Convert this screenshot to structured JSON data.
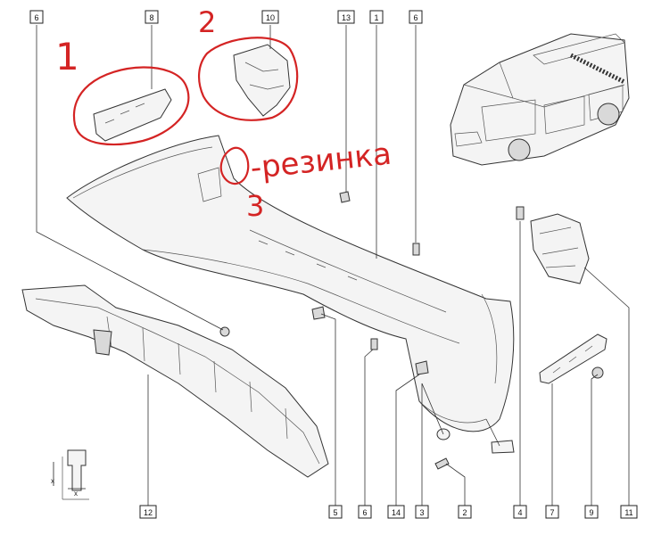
{
  "callouts": [
    {
      "id": "c6a",
      "label": "6"
    },
    {
      "id": "c8",
      "label": "8"
    },
    {
      "id": "c10",
      "label": "10"
    },
    {
      "id": "c13",
      "label": "13"
    },
    {
      "id": "c1",
      "label": "1"
    },
    {
      "id": "c6b",
      "label": "6"
    },
    {
      "id": "c12",
      "label": "12"
    },
    {
      "id": "c5",
      "label": "5"
    },
    {
      "id": "c6c",
      "label": "6"
    },
    {
      "id": "c14",
      "label": "14"
    },
    {
      "id": "c3",
      "label": "3"
    },
    {
      "id": "c2",
      "label": "2"
    },
    {
      "id": "c4",
      "label": "4"
    },
    {
      "id": "c7",
      "label": "7"
    },
    {
      "id": "c9",
      "label": "9"
    },
    {
      "id": "c11",
      "label": "11"
    }
  ],
  "annotations": {
    "mark_1": "1",
    "mark_2": "2",
    "mark_3": "3",
    "note_text": "-резинка"
  },
  "dimension_marks": {
    "x_top": "x",
    "x_bottom": "x"
  },
  "colors": {
    "annotation": "#d42424",
    "line": "#333333"
  }
}
